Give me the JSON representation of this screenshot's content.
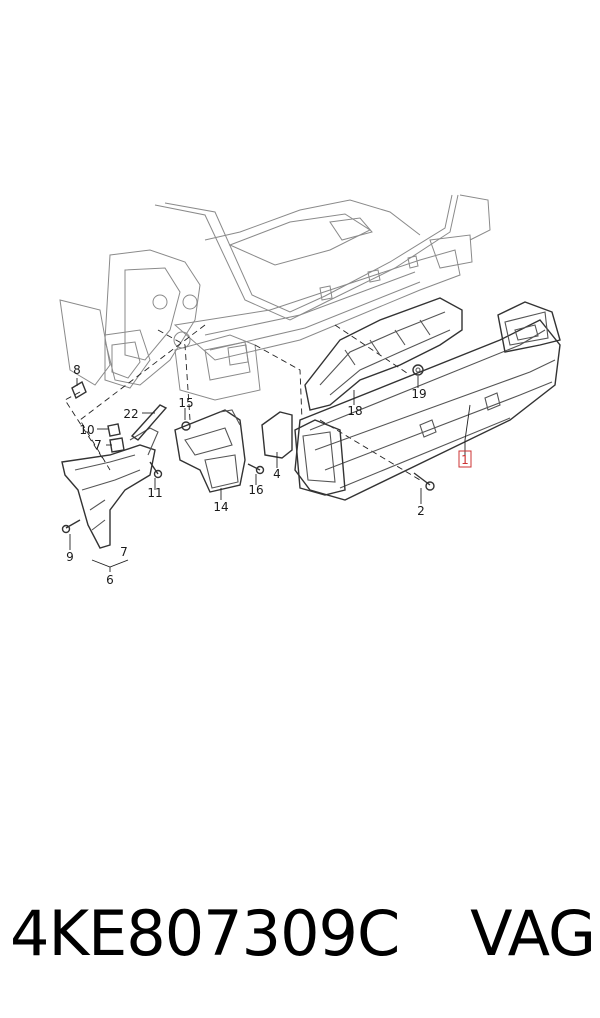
{
  "diagram": {
    "callouts": {
      "c1": "1",
      "c2": "2",
      "c4": "4",
      "c6": "6",
      "c7a": "7",
      "c7b": "7",
      "c8": "8",
      "c9": "9",
      "c10": "10",
      "c11": "11",
      "c14": "14",
      "c15": "15",
      "c16": "16",
      "c18": "18",
      "c19": "19",
      "c22": "22"
    },
    "highlight_color": "#cc3333"
  },
  "caption": {
    "part_number": "4KE807309C",
    "brand": "VAG"
  }
}
